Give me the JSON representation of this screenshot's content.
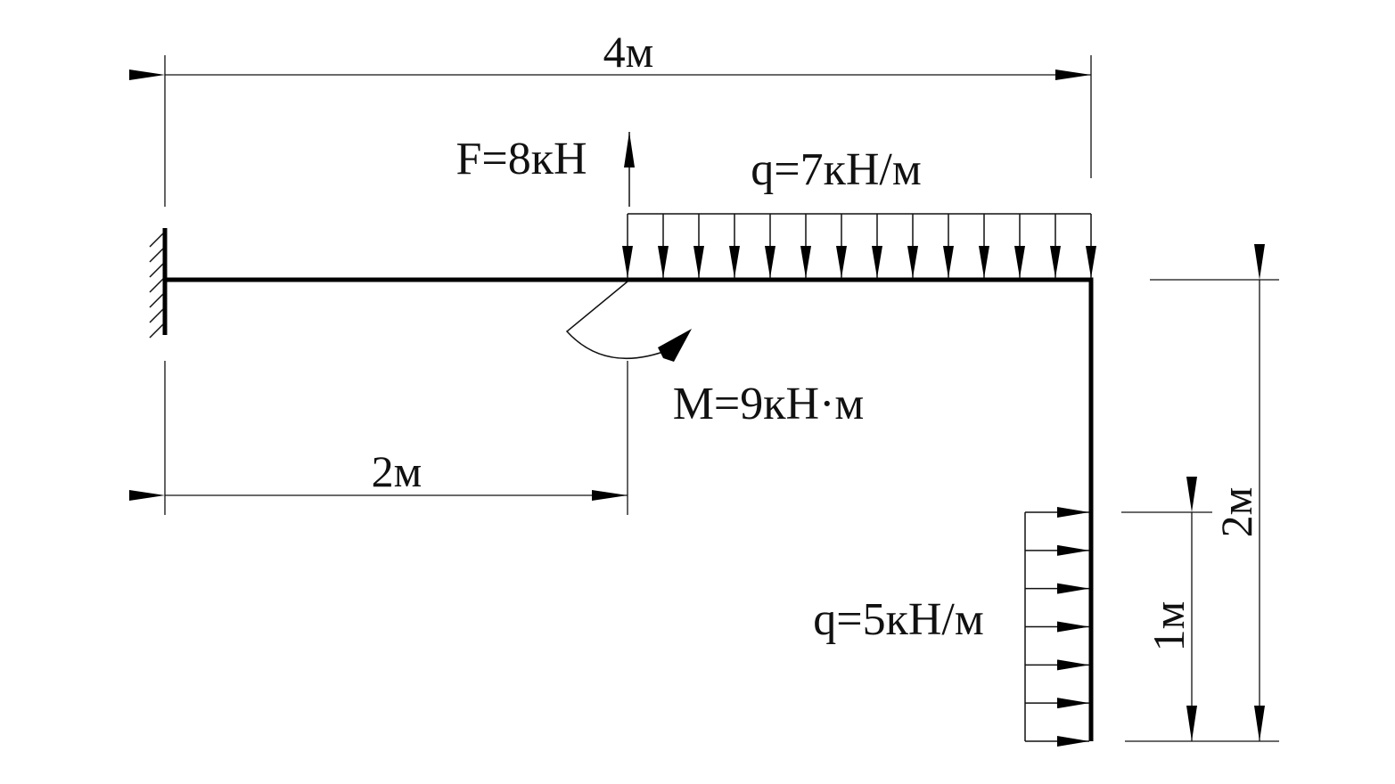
{
  "labels": {
    "total_length": "4м",
    "force": "F=8кН",
    "distributed_top": "q=7кН/м",
    "moment": "M=9кН·м",
    "force_position": "2м",
    "distributed_side": "q=5кН/м",
    "column_height": "2м",
    "side_load_height": "1м"
  }
}
